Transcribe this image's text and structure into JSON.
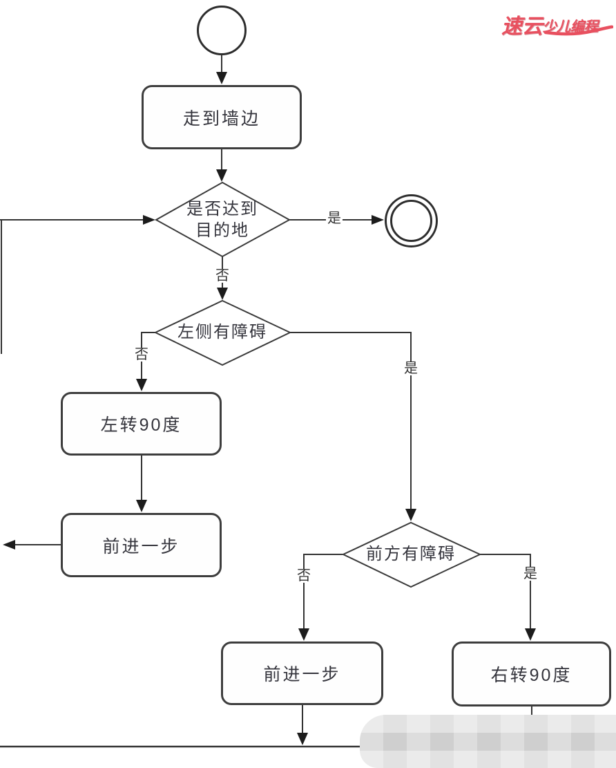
{
  "logo": {
    "brand_part1": "速云",
    "brand_part2": "少儿编程",
    "color": "#e8505f"
  },
  "flowchart": {
    "nodes": {
      "start": {
        "type": "start-circle"
      },
      "walk_to_wall": {
        "label": "走到墙边"
      },
      "reach_destination": {
        "line1": "是否达到",
        "line2": "目的地"
      },
      "end": {
        "type": "end-circle"
      },
      "left_obstacle": {
        "label": "左侧有障碍"
      },
      "turn_left_90": {
        "label": "左转90度"
      },
      "forward_one_step_left": {
        "label": "前进一步"
      },
      "front_obstacle": {
        "label": "前方有障碍"
      },
      "forward_one_step_mid": {
        "label": "前进一步"
      },
      "turn_right_90": {
        "label": "右转90度"
      }
    },
    "edge_labels": {
      "reach_yes": "是",
      "reach_no": "否",
      "left_obstacle_no": "否",
      "left_obstacle_yes": "是",
      "front_obstacle_no": "否",
      "front_obstacle_yes": "是"
    },
    "colors": {
      "line": "#333333",
      "node_border": "#3d3d3d",
      "node_fill": "#ffffff",
      "text": "#34343c"
    }
  }
}
